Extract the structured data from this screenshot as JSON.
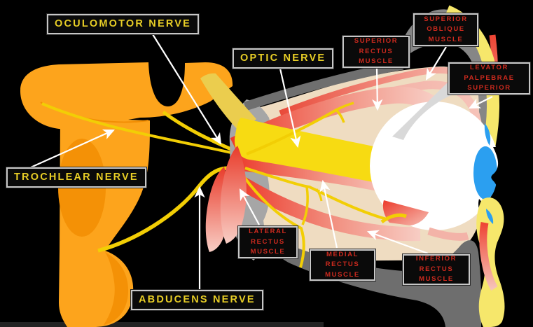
{
  "figure": {
    "subject": "extraocular-muscles-and-cranial-nerves-diagram"
  },
  "labels": {
    "oculomotor_nerve": {
      "text": "OCULOMOTOR NERVE"
    },
    "optic_nerve": {
      "text": "OPTIC NERVE"
    },
    "trochlear_nerve": {
      "text": "TROCHLEAR NERVE"
    },
    "abducens_nerve": {
      "text": "ABDUCENS NERVE"
    },
    "superior_rectus": {
      "lines": [
        "SUPERIOR",
        "RECTUS",
        "MUSCLE"
      ]
    },
    "superior_oblique": {
      "lines": [
        "SUPERIOR",
        "OBLIQUE",
        "MUSCLE"
      ]
    },
    "levator_palpebrae": {
      "lines": [
        "LEVATOR",
        "PALPEBRAE",
        "SUPERIOR"
      ]
    },
    "lateral_rectus": {
      "lines": [
        "LATERAL",
        "RECTUS",
        "MUSCLE"
      ]
    },
    "medial_rectus": {
      "lines": [
        "MEDIAL",
        "RECTUS",
        "MUSCLE"
      ]
    },
    "inferior_rectus": {
      "lines": [
        "INFERIOR",
        "RECTUS",
        "MUSCLE"
      ]
    }
  },
  "palette": {
    "background": "#000000",
    "label_text_yellow": "#e9cf26",
    "label_text_red": "#ce2a1e",
    "label_border": "#c7c7c7",
    "brain_orange": "#fda41c",
    "brain_orange_dark": "#f49106",
    "nerve_yellow": "#f2ce05",
    "optic_nerve_yellow": "#f7db12",
    "muscle_red": "#ec3b2c",
    "muscle_pink": "#f6bdb2",
    "orbit_beige": "#efdcc1",
    "bone_gray": "#8a8a8a",
    "eyeball_white": "#ffffff",
    "iris_blue": "#2b9ff0",
    "eyelid_yellow": "#f6e76b",
    "arrow_white": "#ffffff"
  }
}
